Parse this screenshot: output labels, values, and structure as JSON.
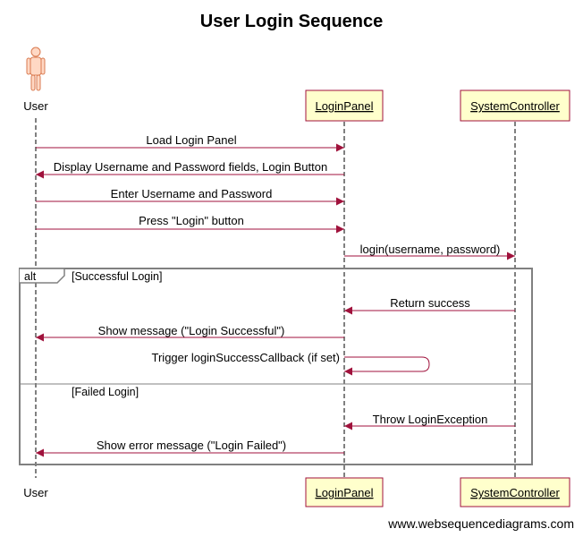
{
  "diagram": {
    "title": "User Login Sequence",
    "watermark": "www.websequencediagrams.com",
    "participants": [
      {
        "id": "user",
        "label": "User",
        "kind": "actor"
      },
      {
        "id": "loginpanel",
        "label": "LoginPanel",
        "kind": "box"
      },
      {
        "id": "systemcontroller",
        "label": "SystemController",
        "kind": "box"
      }
    ],
    "messages": [
      {
        "label": "Load Login Panel",
        "from": "user",
        "to": "loginpanel"
      },
      {
        "label": "Display Username and Password fields, Login Button",
        "from": "loginpanel",
        "to": "user"
      },
      {
        "label": "Enter Username and Password",
        "from": "user",
        "to": "loginpanel"
      },
      {
        "label": "Press \"Login\" button",
        "from": "user",
        "to": "loginpanel"
      },
      {
        "label": "login(username, password)",
        "from": "loginpanel",
        "to": "systemcontroller"
      },
      {
        "label": "Return success",
        "from": "systemcontroller",
        "to": "loginpanel"
      },
      {
        "label": "Show message (\"Login Successful\")",
        "from": "loginpanel",
        "to": "user"
      },
      {
        "label": "Trigger loginSuccessCallback (if set)",
        "from": "loginpanel",
        "to": "loginpanel"
      },
      {
        "label": "Throw LoginException",
        "from": "systemcontroller",
        "to": "loginpanel"
      },
      {
        "label": "Show error message (\"Login Failed\")",
        "from": "loginpanel",
        "to": "user"
      }
    ],
    "fragment": {
      "operator": "alt",
      "guard_1": "[Successful Login]",
      "guard_2": "[Failed Login]"
    },
    "colors": {
      "arrow": "#a0123c",
      "participant_fill": "#ffffcc",
      "participant_border": "#a0123c",
      "fragment_border": "#808080"
    }
  }
}
